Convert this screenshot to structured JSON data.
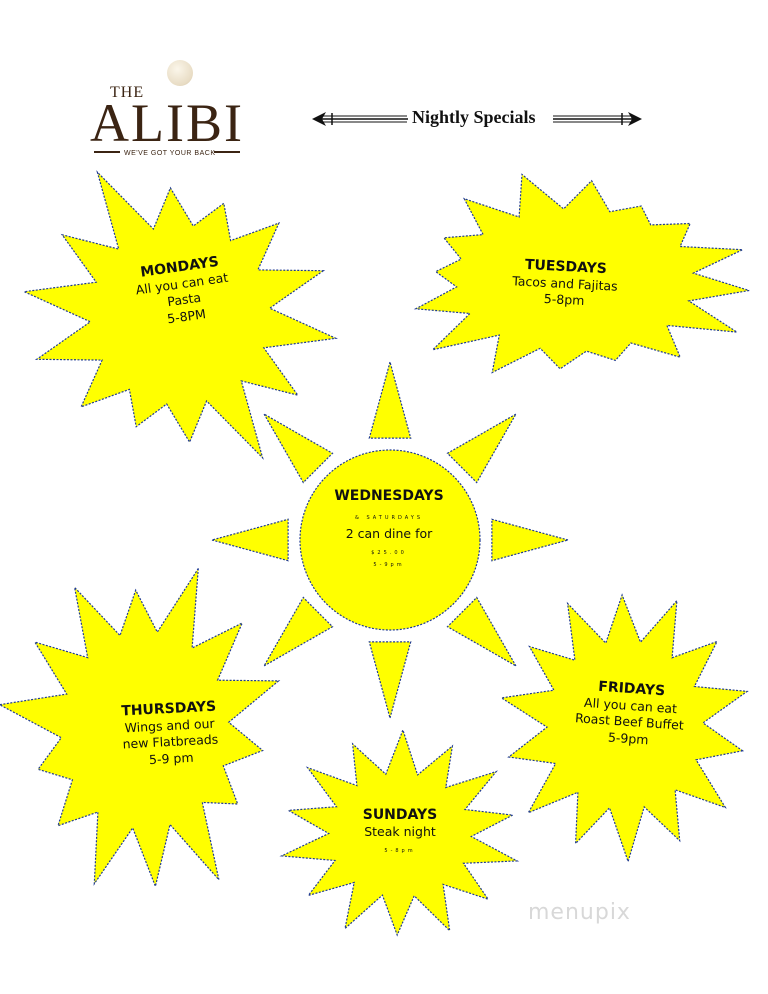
{
  "logo": {
    "the": "THE",
    "name": "ALIBI",
    "tagline": "WE'VE GOT YOUR BACK"
  },
  "header": {
    "title": "Nightly Specials"
  },
  "specials": {
    "monday": {
      "day": "MONDAYS",
      "line1": "All you can eat",
      "line2": "Pasta",
      "line3": "5-8PM"
    },
    "tuesday": {
      "day": "TUESDAYS",
      "line1": "Tacos and Fajitas",
      "line2": "5-8pm"
    },
    "wednesday": {
      "day": "WEDNESDAYS",
      "sub": "& SATURDAYS",
      "line1": "2 can dine for",
      "price": "$25.00",
      "time": "5-9pm"
    },
    "thursday": {
      "day": "THURSDAYS",
      "line1": "Wings and our",
      "line2": "new Flatbreads",
      "line3": "5-9 pm"
    },
    "friday": {
      "day": "FRIDAYS",
      "line1": "All you can eat",
      "line2": "Roast Beef Buffet",
      "line3": "5-9pm"
    },
    "sunday": {
      "day": "SUNDAYS",
      "line1": "Steak night",
      "time": "5-8pm"
    }
  },
  "watermark": "menupix",
  "colors": {
    "burst": "#ffff00",
    "outline": "#1f3a93",
    "brand_brown": "#3b2413"
  }
}
